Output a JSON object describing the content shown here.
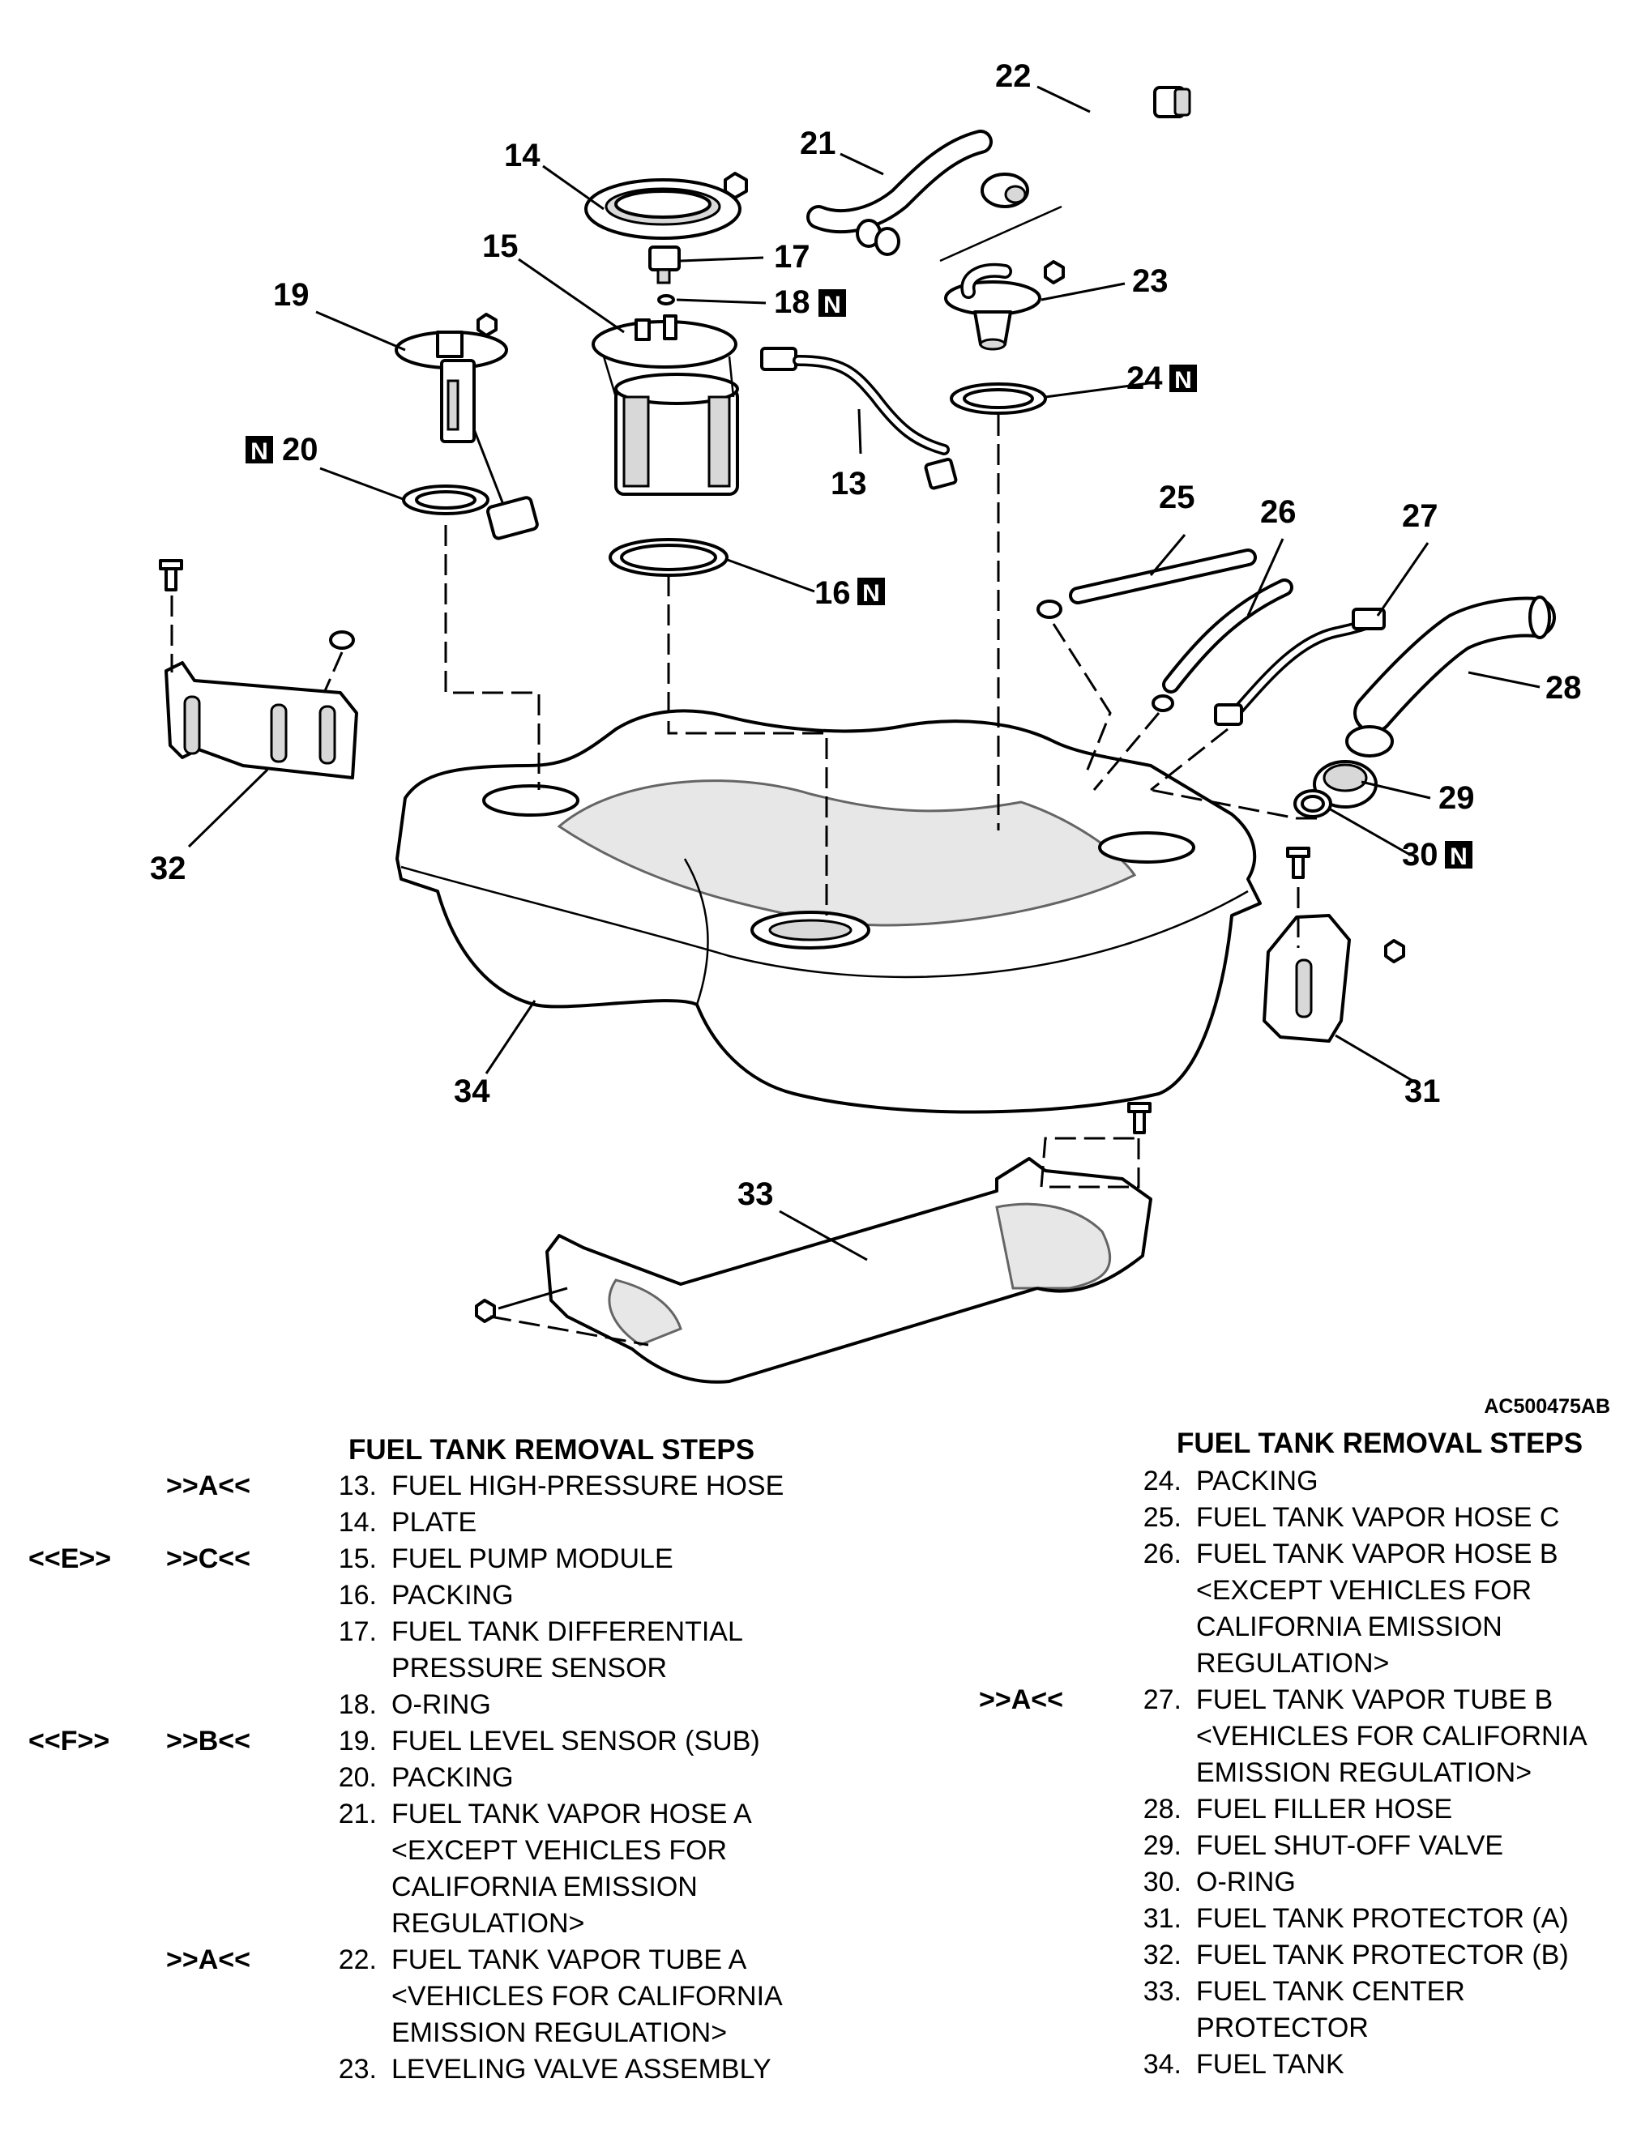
{
  "figure": {
    "code": "AC500475AB",
    "callouts": [
      "22",
      "21",
      "14",
      "15",
      "17",
      "18",
      "23",
      "19",
      "24",
      "20",
      "13",
      "25",
      "26",
      "27",
      "16",
      "28",
      "29",
      "30",
      "32",
      "31",
      "34",
      "33"
    ],
    "new_part_marker": "N"
  },
  "left_list": {
    "title": "FUEL TANK REMOVAL STEPS",
    "steps": [
      {
        "ref1": "",
        "ref2": ">>A<<",
        "num": "13.",
        "name": "FUEL HIGH-PRESSURE HOSE"
      },
      {
        "ref1": "",
        "ref2": "",
        "num": "14.",
        "name": "PLATE"
      },
      {
        "ref1": "<<E>>",
        "ref2": ">>C<<",
        "num": "15.",
        "name": "FUEL PUMP MODULE"
      },
      {
        "ref1": "",
        "ref2": "",
        "num": "16.",
        "name": "PACKING"
      },
      {
        "ref1": "",
        "ref2": "",
        "num": "17.",
        "name": "FUEL TANK DIFFERENTIAL\nPRESSURE SENSOR"
      },
      {
        "ref1": "",
        "ref2": "",
        "num": "18.",
        "name": "O-RING"
      },
      {
        "ref1": "<<F>>",
        "ref2": ">>B<<",
        "num": "19.",
        "name": "FUEL LEVEL SENSOR (SUB)"
      },
      {
        "ref1": "",
        "ref2": "",
        "num": "20.",
        "name": "PACKING"
      },
      {
        "ref1": "",
        "ref2": "",
        "num": "21.",
        "name": "FUEL TANK VAPOR HOSE A\n<EXCEPT VEHICLES FOR\nCALIFORNIA EMISSION\nREGULATION>"
      },
      {
        "ref1": "",
        "ref2": ">>A<<",
        "num": "22.",
        "name": "FUEL TANK VAPOR TUBE A\n<VEHICLES FOR CALIFORNIA\nEMISSION REGULATION>"
      },
      {
        "ref1": "",
        "ref2": "",
        "num": "23.",
        "name": "LEVELING VALVE ASSEMBLY"
      }
    ]
  },
  "right_list": {
    "title": "FUEL TANK REMOVAL STEPS",
    "steps": [
      {
        "ref": "",
        "num": "24.",
        "name": "PACKING"
      },
      {
        "ref": "",
        "num": "25.",
        "name": "FUEL TANK VAPOR HOSE C"
      },
      {
        "ref": "",
        "num": "26.",
        "name": "FUEL TANK VAPOR HOSE B\n<EXCEPT VEHICLES FOR\nCALIFORNIA EMISSION\nREGULATION>"
      },
      {
        "ref": ">>A<<",
        "num": "27.",
        "name": "FUEL TANK VAPOR TUBE B\n<VEHICLES FOR CALIFORNIA\nEMISSION REGULATION>"
      },
      {
        "ref": "",
        "num": "28.",
        "name": "FUEL FILLER HOSE"
      },
      {
        "ref": "",
        "num": "29.",
        "name": "FUEL SHUT-OFF VALVE"
      },
      {
        "ref": "",
        "num": "30.",
        "name": "O-RING"
      },
      {
        "ref": "",
        "num": "31.",
        "name": "FUEL TANK PROTECTOR (A)"
      },
      {
        "ref": "",
        "num": "32.",
        "name": "FUEL TANK PROTECTOR (B)"
      },
      {
        "ref": "",
        "num": "33.",
        "name": "FUEL TANK CENTER\nPROTECTOR"
      },
      {
        "ref": "",
        "num": "34.",
        "name": "FUEL TANK"
      }
    ]
  }
}
